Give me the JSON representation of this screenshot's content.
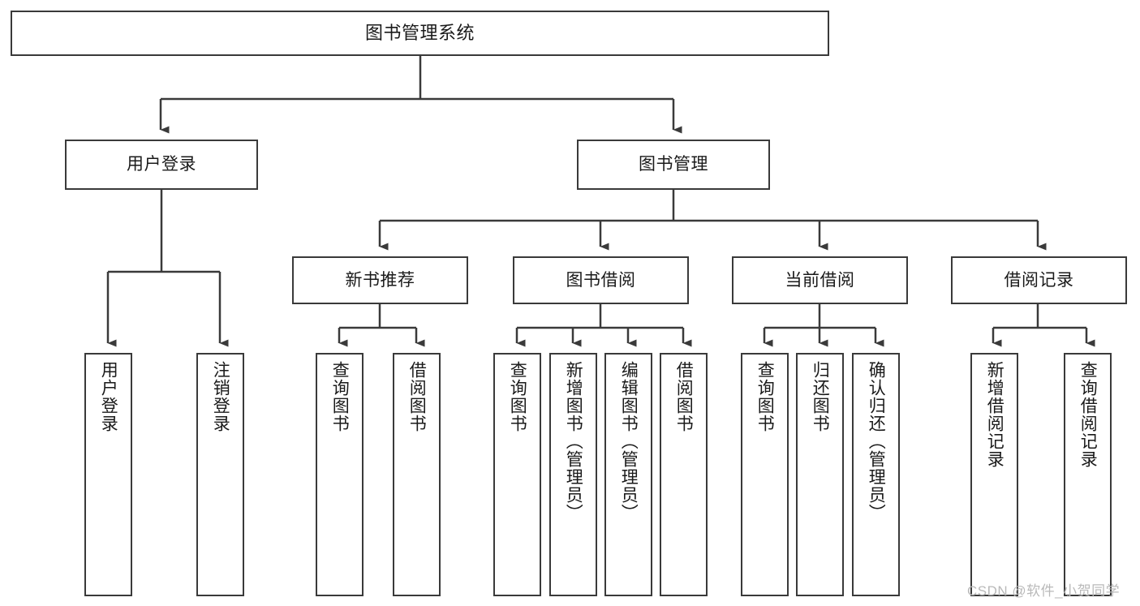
{
  "diagram": {
    "type": "tree-hierarchy-chart",
    "title": "图书管理系统",
    "root": {
      "label": "图书管理系统",
      "name": "root-library-management-system"
    },
    "level2": [
      {
        "label": "用户登录",
        "name": "node-user-login"
      },
      {
        "label": "图书管理",
        "name": "node-book-management"
      }
    ],
    "level3": [
      {
        "label": "新书推荐",
        "name": "node-new-book-recommend"
      },
      {
        "label": "图书借阅",
        "name": "node-book-borrow"
      },
      {
        "label": "当前借阅",
        "name": "node-current-borrow"
      },
      {
        "label": "借阅记录",
        "name": "node-borrow-record"
      }
    ],
    "leaves": {
      "user_login": [
        {
          "label": "用户登录",
          "name": "leaf-user-login"
        },
        {
          "label": "注销登录",
          "name": "leaf-logout"
        }
      ],
      "new_book_recommend": [
        {
          "label": "查询图书",
          "name": "leaf-query-book-recommend"
        },
        {
          "label": "借阅图书",
          "name": "leaf-borrow-book-recommend"
        }
      ],
      "book_borrow": [
        {
          "label": "查询图书",
          "name": "leaf-query-book-borrow"
        },
        {
          "label": "新增图书（管理员）",
          "name": "leaf-add-book-admin"
        },
        {
          "label": "编辑图书（管理员）",
          "name": "leaf-edit-book-admin"
        },
        {
          "label": "借阅图书",
          "name": "leaf-borrow-book"
        }
      ],
      "current_borrow": [
        {
          "label": "查询图书",
          "name": "leaf-query-book-current"
        },
        {
          "label": "归还图书",
          "name": "leaf-return-book"
        },
        {
          "label": "确认归还（管理员）",
          "name": "leaf-confirm-return-admin"
        }
      ],
      "borrow_record": [
        {
          "label": "新增借阅记录",
          "name": "leaf-add-borrow-record"
        },
        {
          "label": "查询借阅记录",
          "name": "leaf-query-borrow-record"
        }
      ]
    }
  },
  "watermark": {
    "text": "CSDN @软件_小贺同学"
  },
  "colors": {
    "stroke": "#3a3a3a",
    "fill": "#ffffff",
    "text": "#1a1a1a",
    "watermark": "#b9b9b9"
  }
}
